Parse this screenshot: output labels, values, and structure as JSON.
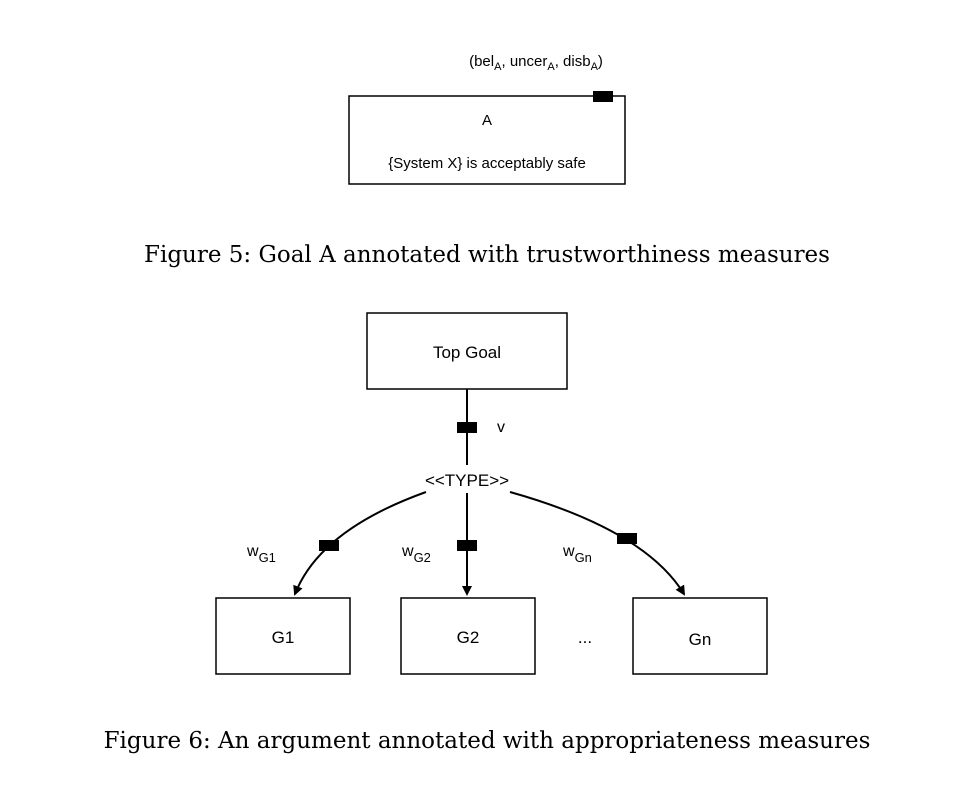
{
  "figure5": {
    "annotation": {
      "bel": "bel",
      "bel_sub": "A",
      "sep1": ", ",
      "uncer": "uncer",
      "uncer_sub": "A",
      "sep2": ", ",
      "disb": "disb",
      "disb_sub": "A",
      "open": "(",
      "close": ")"
    },
    "goal_id": "A",
    "goal_text": "{System X} is acceptably safe",
    "caption": "Figure 5: Goal A annotated with trustworthiness measures"
  },
  "figure6": {
    "top_goal": "Top Goal",
    "v_label": "v",
    "type_label": "<<TYPE>>",
    "weights": [
      {
        "w": "w",
        "sub": "G1"
      },
      {
        "w": "w",
        "sub": "G2"
      },
      {
        "w": "w",
        "sub": "Gn"
      }
    ],
    "goals": [
      "G1",
      "G2",
      "Gn"
    ],
    "ellipsis": "...",
    "caption": "Figure 6: An argument annotated with appropriateness measures"
  }
}
